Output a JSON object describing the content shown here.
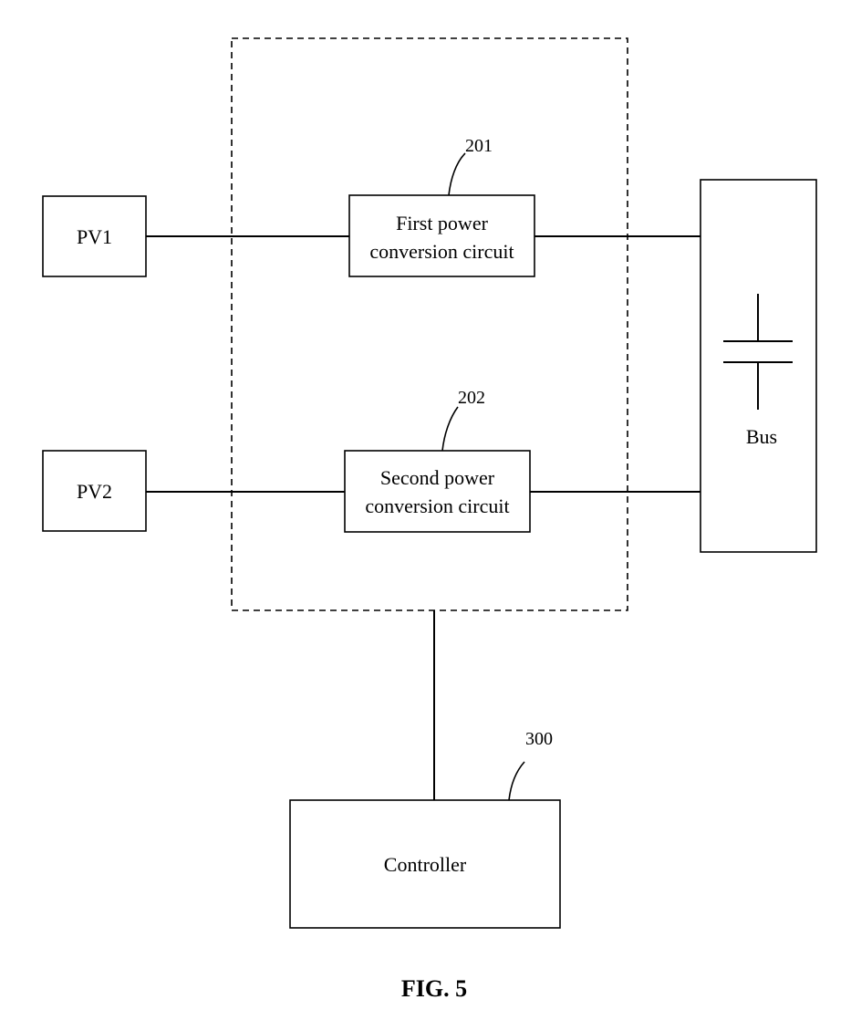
{
  "pv1": {
    "label": "PV1"
  },
  "pv2": {
    "label": "PV2"
  },
  "circuit_201": {
    "ref": "201",
    "line1": "First power",
    "line2": "conversion circuit"
  },
  "circuit_202": {
    "ref": "202",
    "line1": "Second power",
    "line2": "conversion circuit"
  },
  "bus": {
    "label": "Bus"
  },
  "controller": {
    "ref": "300",
    "label": "Controller"
  },
  "figure": {
    "caption": "FIG. 5"
  }
}
